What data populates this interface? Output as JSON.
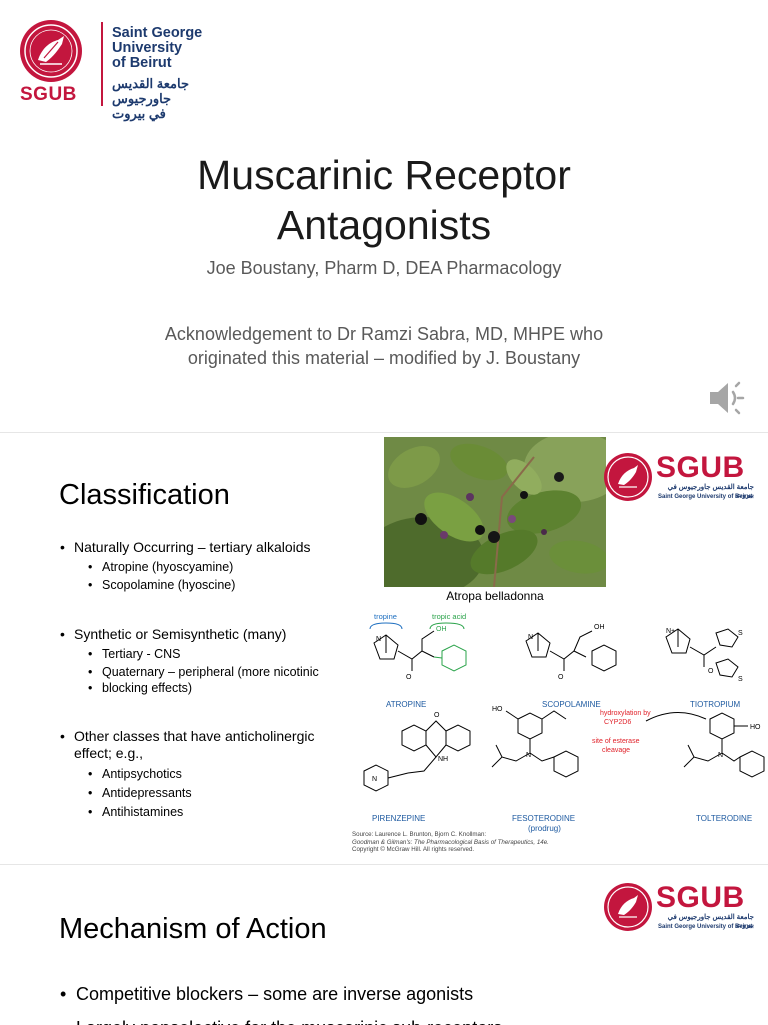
{
  "slide1": {
    "logo": {
      "abbr": "SGUB",
      "name_lines": [
        "Saint George",
        "University",
        "of Beirut"
      ],
      "arabic_lines": [
        "جامعة القديس جاورجيوس",
        "في بيروت"
      ]
    },
    "title_lines": [
      "Muscarinic Receptor",
      "Antagonists"
    ],
    "subtitle": "Joe Boustany, Pharm D, DEA Pharmacology",
    "ack_lines": [
      "Acknowledgement to Dr Ramzi Sabra, MD, MHPE who",
      "originated this material – modified by J. Boustany"
    ],
    "speaker_icon": "speaker-icon"
  },
  "slide2": {
    "title": "Classification",
    "logo": {
      "abbr": "SGUB",
      "arabic": "جامعة القديس جاورجيوس في بيروت",
      "english": "Saint George University of Beirut"
    },
    "groups": [
      {
        "text": "Naturally Occurring – tertiary alkaloids",
        "subs": [
          "Atropine (hyoscyamine)",
          "Scopolamine (hyoscine)"
        ]
      },
      {
        "text": "Synthetic or Semisynthetic (many)",
        "subs": [
          "Tertiary - CNS",
          "Quaternary – peripheral (more nicotinic",
          "blocking effects)"
        ]
      },
      {
        "text_lines": [
          "Other classes that have anticholinergic",
          "effect; e.g.,"
        ],
        "subs": [
          "Antipsychotics",
          "Antidepressants",
          "Antihistamines"
        ]
      }
    ],
    "image_caption": "Atropa belladonna",
    "structures": {
      "tropine": "tropine",
      "tropic_acid": "tropic acid",
      "atropine": "ATROPINE",
      "scopolamine": "SCOPOLAMINE",
      "tiotropium": "TIOTROPIUM",
      "pirenzepine": "PIRENZEPINE",
      "fesoterodine": "FESOTERODINE",
      "prodrug": "(prodrug)",
      "tolterodine": "TOLTERODINE",
      "hydroxylation": [
        "hydroxylation by",
        "CYP2D6"
      ],
      "esterase": [
        "site of esterase",
        "cleavage"
      ],
      "atom_n": "N",
      "atom_o": "O",
      "atom_oh": "OH",
      "atom_ho": "HO",
      "atom_nh": "NH",
      "atom_s": "S",
      "atom_nplus": "N+"
    },
    "source_lines": [
      "Source: Laurence L. Brunton, Bjorn C. Knollman:",
      "Goodman & Gilman's: The Pharmacological Basis of Therapeutics, 14e.",
      "Copyright © McGraw Hill. All rights reserved."
    ]
  },
  "slide3": {
    "title": "Mechanism of Action",
    "logo": {
      "abbr": "SGUB",
      "arabic": "جامعة القديس جاورجيوس في بيروت",
      "english": "Saint George University of Beirut"
    },
    "bullets": [
      "Competitive blockers – some are inverse agonists",
      "Largely nonselective for the muscarinic sub-receptors"
    ]
  }
}
